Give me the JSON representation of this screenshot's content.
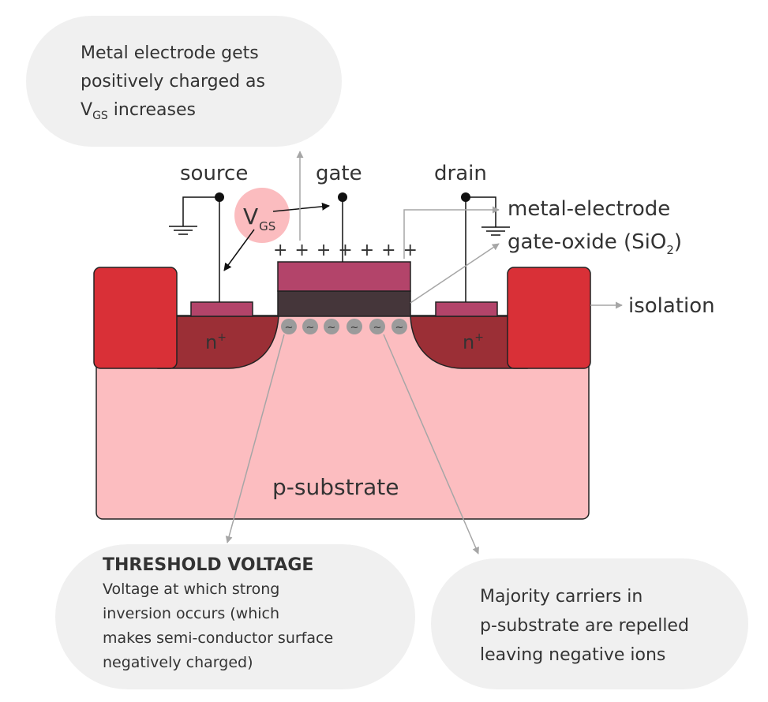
{
  "colors": {
    "substrate": "#fcbdc0",
    "n_region": "#9b2f36",
    "isolation": "#d93037",
    "metal": "#b3446a",
    "oxide": "#45363a",
    "bubble": "#f0f0f0",
    "arrow": "#a6a6a6",
    "ion": "#9b9b9b"
  },
  "labels": {
    "source": "source",
    "gate": "gate",
    "drain": "drain",
    "vgs_main": "V",
    "vgs_sub": "GS",
    "metal_electrode": "metal-electrode",
    "gate_oxide_a": "gate-oxide (SiO",
    "gate_oxide_sub": "2",
    "gate_oxide_b": ")",
    "isolation": "isolation",
    "n_plus_left": "n",
    "n_plus_right": "n",
    "plus_sup": "+",
    "p_substrate": "p-substrate",
    "gate_charges": "+ + + + + + +",
    "ion_sign": "~"
  },
  "bubbles": {
    "top": {
      "line1": "Metal electrode gets",
      "line2": "positively charged as",
      "line3_v": "V",
      "line3_sub": "GS",
      "line3_rest": " increases"
    },
    "threshold": {
      "title": "THRESHOLD VOLTAGE",
      "lines": [
        "Voltage at which strong",
        "inversion occurs (which",
        "makes semi-conductor surface",
        "negatively charged)"
      ]
    },
    "majority": {
      "lines": [
        "Majority carriers in",
        "p-substrate are repelled",
        "leaving negative ions"
      ]
    }
  }
}
